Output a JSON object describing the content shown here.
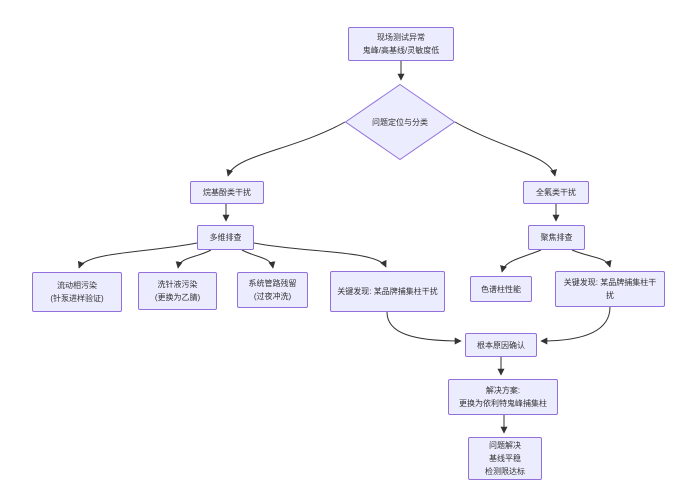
{
  "diagram": {
    "type": "flowchart",
    "nodes": {
      "start": {
        "line1": "现场测试异常",
        "line2": "鬼峰/高基线/灵敏度低"
      },
      "classify": {
        "label": "问题定位与分类"
      },
      "alkylphenol": {
        "label": "烷基酚类干扰"
      },
      "perfluoro": {
        "label": "全氟类干扰"
      },
      "multi_check": {
        "label": "多维排查"
      },
      "focus_check": {
        "label": "聚焦排查"
      },
      "mobile_phase": {
        "line1": "流动相污染",
        "line2": "(针泵进样验证)"
      },
      "needle_wash": {
        "line1": "洗针液污染",
        "line2": "(更换为乙腈)"
      },
      "system_residue": {
        "line1": "系统管路残留",
        "line2": "(过夜冲洗)"
      },
      "key_finding_left": {
        "label": "关键发现: 某品牌捕集柱干扰"
      },
      "column_performance": {
        "label": "色谱柱性能"
      },
      "key_finding_right": {
        "label": "关键发现: 某品牌捕集柱干扰"
      },
      "root_cause": {
        "label": "根本原因确认"
      },
      "solution": {
        "line1": "解决方案:",
        "line2": "更换为依利特鬼峰捕集柱"
      },
      "resolved": {
        "line1": "问题解决",
        "line2": "基线平稳",
        "line3": "检测限达标"
      }
    },
    "colors": {
      "node_fill": "#ECECFF",
      "node_border": "#9370DB",
      "edge": "#333333",
      "text": "#333333",
      "background": "#FFFFFF"
    }
  }
}
